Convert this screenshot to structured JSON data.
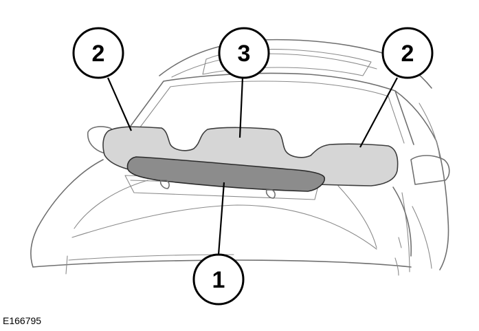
{
  "callouts": {
    "left_side_panel": "2",
    "center_panel": "3",
    "right_side_panel": "2",
    "lower_roll": "1"
  },
  "image_reference": "E166795",
  "colors": {
    "panel_fill": "#d6d6d6",
    "roll_fill": "#8c8c8c",
    "line": "#6f6f6f",
    "callout_stroke": "#000000"
  }
}
